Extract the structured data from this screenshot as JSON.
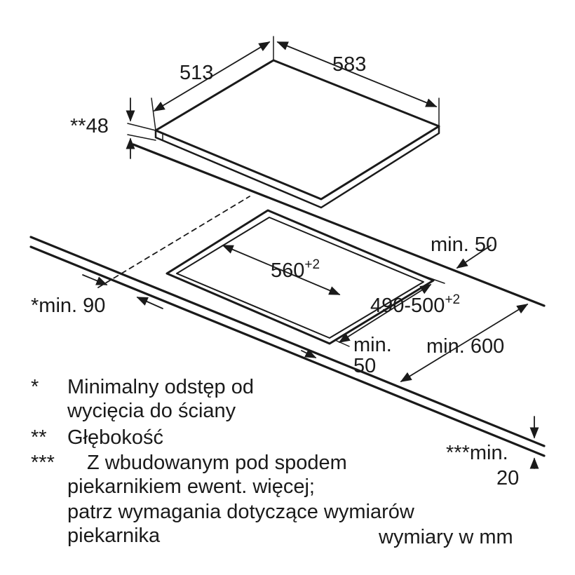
{
  "diagram": {
    "title": "Cooktop installation dimensions",
    "units_note": "wymiary w mm",
    "colors": {
      "line": "#1a1a1a",
      "background": "#ffffff"
    },
    "dimensions": {
      "hob_depth": "513",
      "hob_width": "583",
      "hob_height_prefix": "**",
      "hob_height": "48",
      "cutout_width": "560",
      "cutout_width_tol": "+2",
      "cutout_depth": "490-500",
      "cutout_depth_tol": "+2",
      "wall_distance": "*min. 90",
      "rear_edge": "min. 50",
      "front_edge_line1": "min.",
      "front_edge_line2": "50",
      "counter_depth": "min. 600",
      "counter_thickness_line1": "***min.",
      "counter_thickness_line2": "20"
    },
    "legend": [
      {
        "mark": "*",
        "lines": [
          "Minimalny odstęp od",
          "wycięcia do ściany"
        ]
      },
      {
        "mark": "**",
        "lines": [
          "Głębokość"
        ]
      },
      {
        "mark": "***",
        "lines": [
          "Z wbudowanym pod spodem",
          "piekarnikiem ewent. więcej;",
          "patrz wymagania dotyczące wymiarów",
          "piekarnika"
        ]
      }
    ]
  }
}
